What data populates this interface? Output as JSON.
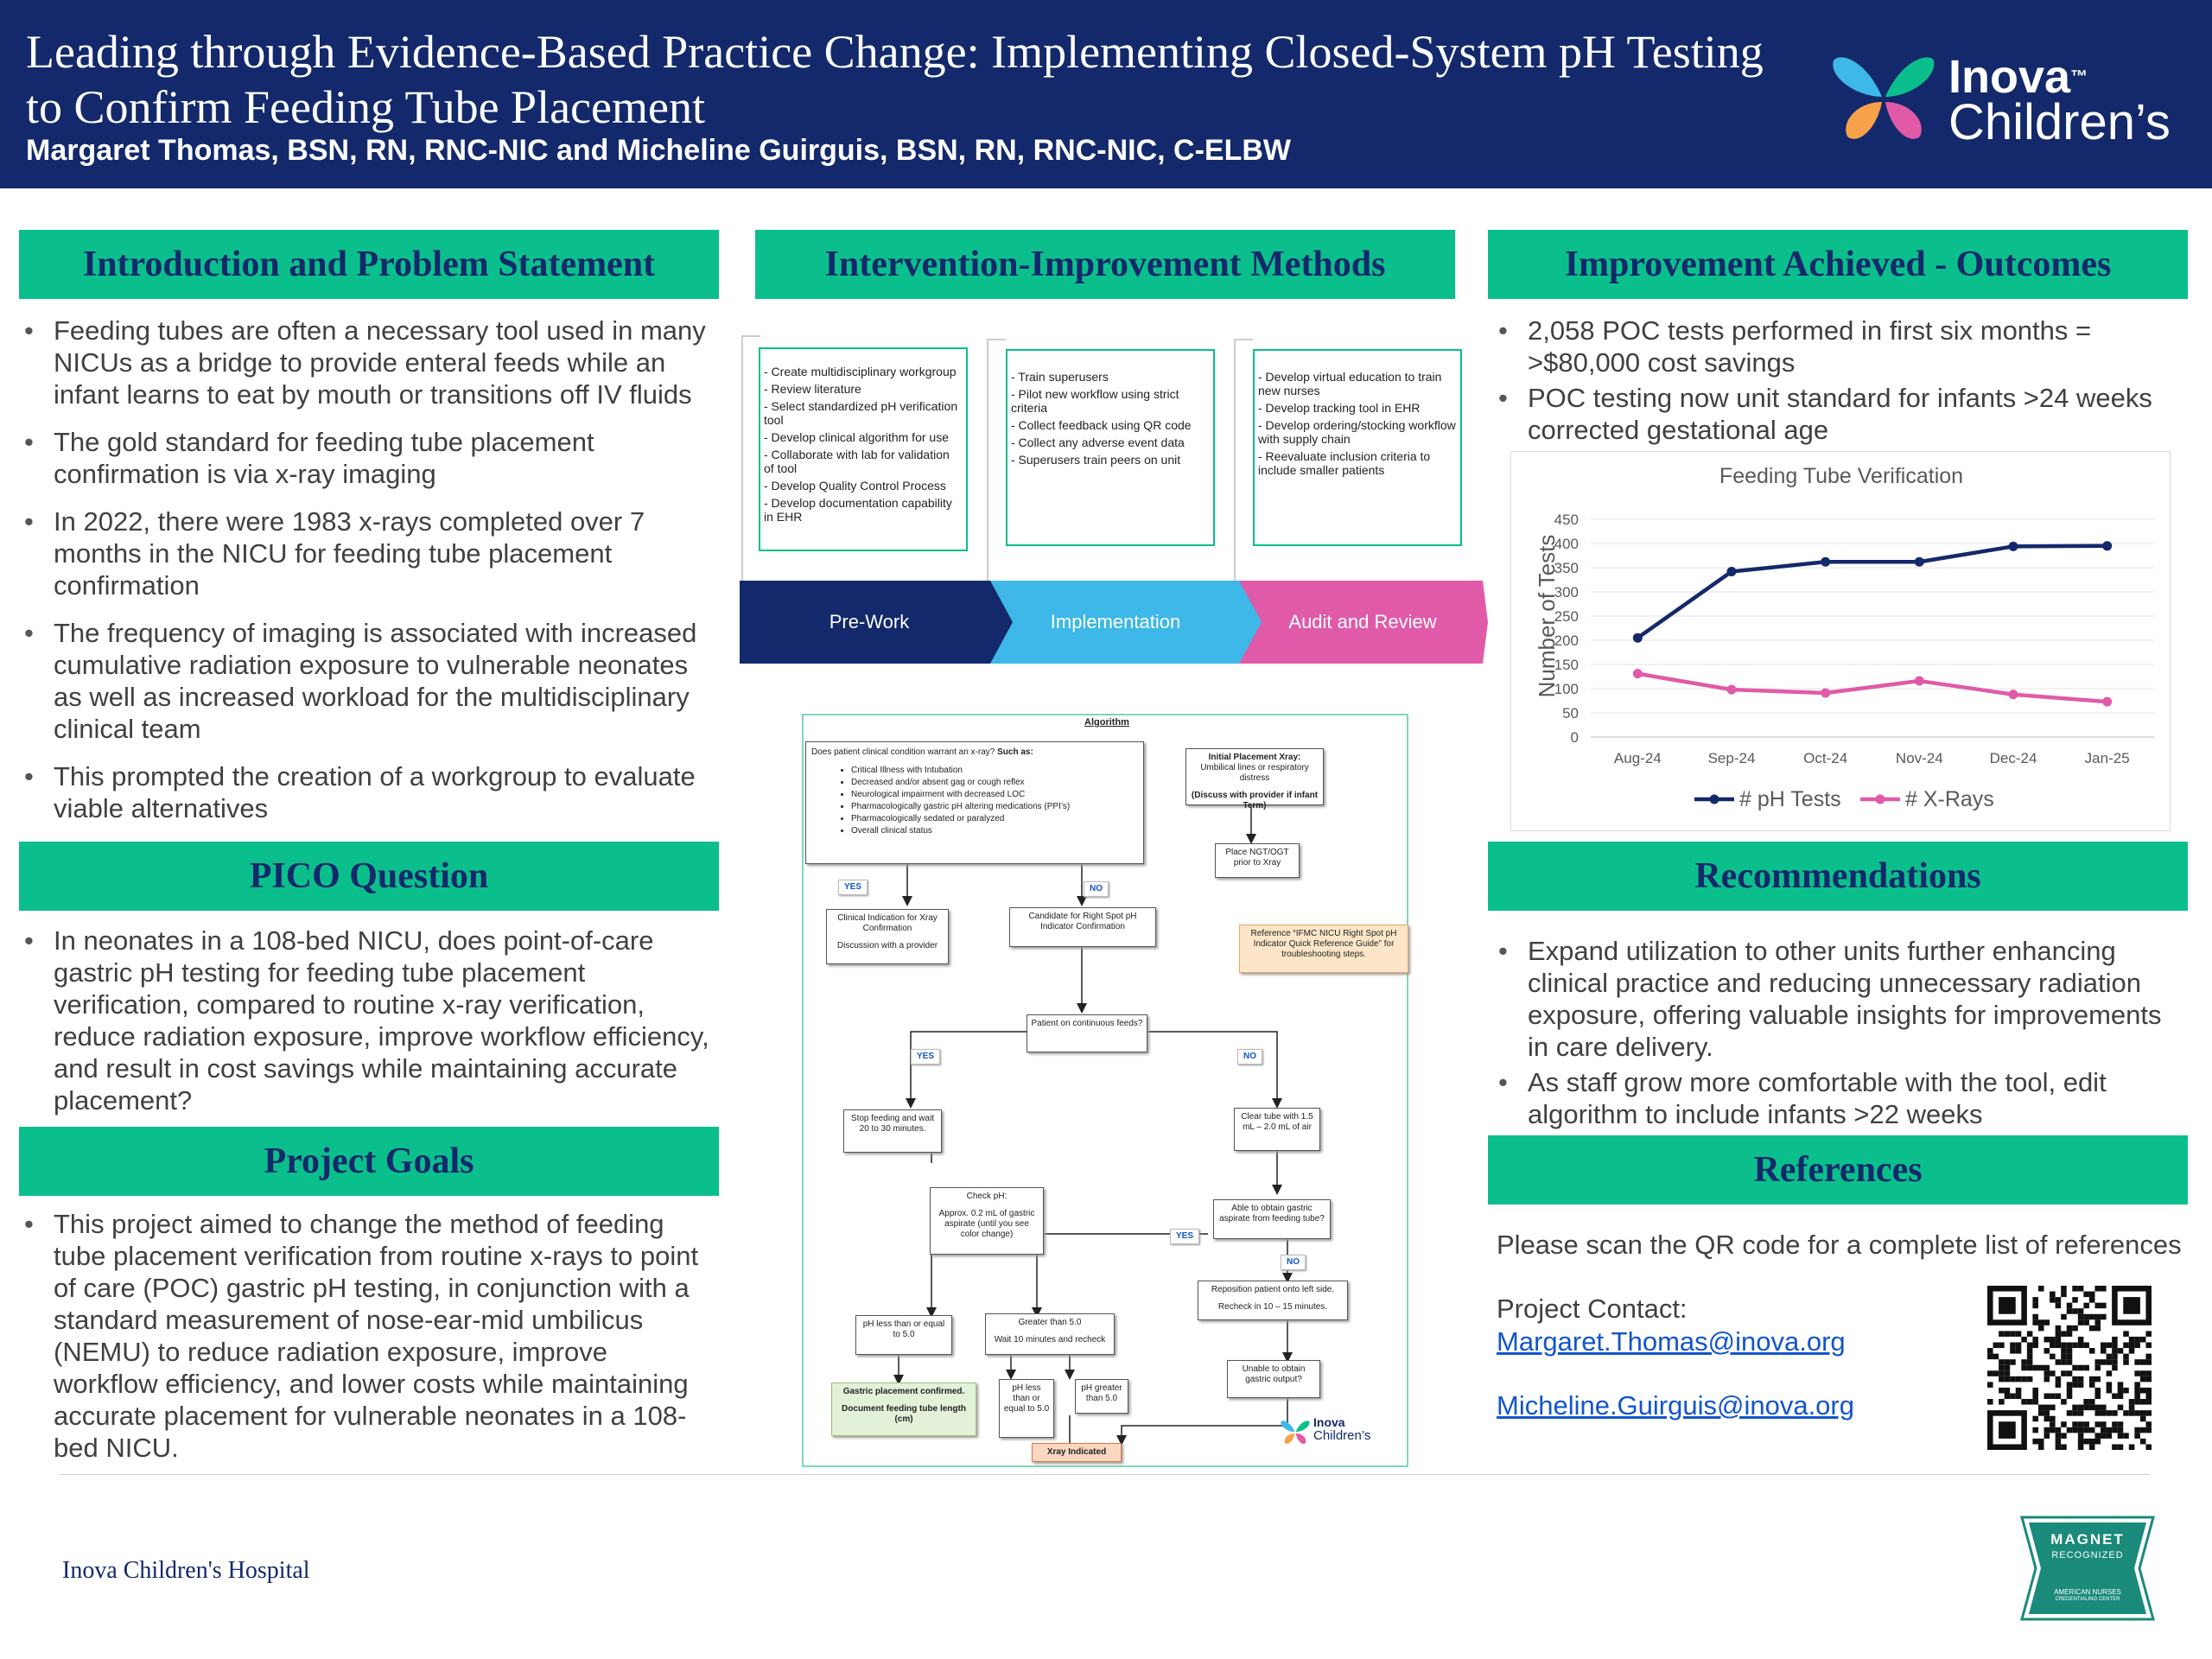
{
  "header": {
    "title": "Leading through Evidence-Based Practice Change: Implementing Closed-System pH Testing to Confirm Feeding Tube Placement",
    "authors": "Margaret Thomas, BSN, RN, RNC-NIC and Micheline Guirguis, BSN, RN, RNC-NIC, C-ELBW",
    "logo_line1": "Inova",
    "logo_tm": "™",
    "logo_line2": "Children’s"
  },
  "intro": {
    "heading": "Introduction and Problem Statement",
    "bullets": [
      "Feeding tubes are often a necessary tool used in many NICUs as a bridge to provide enteral feeds while an infant learns to eat by mouth or transitions off IV fluids",
      "The gold standard for feeding tube placement confirmation is via x-ray imaging",
      "In 2022, there were 1983 x-rays completed over 7 months in the NICU for feeding tube placement confirmation",
      "The frequency of imaging is associated with increased cumulative radiation exposure to vulnerable neonates as well as increased workload for the multidisciplinary clinical team",
      "This prompted the creation of a workgroup to evaluate viable alternatives"
    ]
  },
  "pico": {
    "heading": "PICO Question",
    "bullets": [
      "In neonates in a 108-bed NICU, does point-of-care gastric pH testing for feeding tube placement verification, compared to routine x-ray verification, reduce radiation exposure, improve workflow efficiency, and result in cost savings while maintaining accurate placement?"
    ]
  },
  "goals": {
    "heading": "Project Goals",
    "bullets": [
      "This project aimed to change the method of feeding tube placement verification from routine x-rays to point of care (POC) gastric pH testing, in conjunction with a standard measurement of nose-ear-mid umbilicus (NEMU) to reduce radiation exposure, improve workflow efficiency, and lower costs while maintaining accurate placement for vulnerable neonates in a 108-bed NICU."
    ]
  },
  "methods": {
    "heading": "Intervention-Improvement Methods",
    "prework": {
      "label": "Pre-Work",
      "items": [
        "- Create multidisciplinary workgroup",
        "- Review literature",
        "- Select standardized pH verification tool",
        "- Develop clinical algorithm for use",
        "- Collaborate with lab for validation of tool",
        "- Develop Quality Control Process",
        "- Develop documentation capability in EHR"
      ]
    },
    "implementation": {
      "label": "Implementation",
      "items": [
        "- Train superusers",
        "- Pilot new workflow using strict criteria",
        "- Collect feedback using QR code",
        "- Collect any adverse event data",
        "- Superusers train peers on unit"
      ]
    },
    "audit": {
      "label": "Audit and Review",
      "items": [
        "- Develop virtual education to train new nurses",
        "- Develop tracking tool in EHR",
        "- Develop ordering/stocking workflow with supply chain",
        "- Reevaluate inclusion criteria to include smaller patients"
      ]
    }
  },
  "algorithm": {
    "title": "Algorithm",
    "q1_prefix": "Does patient clinical condition warrant an x-ray?",
    "q1_bold": "Such as:",
    "q1_items": [
      "Critical Illness with Intubation",
      "Decreased and/or absent gag or cough reflex",
      "Neurological impairment with decreased LOC",
      "Pharmacologically gastric pH altering medications (PPI’s)",
      "Pharmacologically sedated or paralyzed",
      "Overall clinical status"
    ],
    "initial_xray_bold": "Initial Placement Xray:",
    "initial_xray_rest": "Umbilical lines or respiratory distress",
    "initial_xray_note": "(Discuss with provider if infant Term)",
    "place_ngt": "Place NGT/OGT prior to Xray",
    "yes": "YES",
    "no": "NO",
    "clinical_indication": "Clinical Indication for Xray Confirmation",
    "discussion": "Discussion with a provider",
    "candidate": "Candidate for Right Spot pH Indicator Confirmation",
    "reference": "Reference “IFMC NICU Right Spot pH Indicator Quick Reference Guide” for troubleshooting steps.",
    "continuous": "Patient on continuous feeds?",
    "stop_feeding": "Stop feeding and wait 20 to 30 minutes.",
    "clear_tube": "Clear tube with 1.5 mL – 2.0 mL of air",
    "check_ph_title": "Check pH:",
    "check_ph_body": "Approx. 0.2 mL of gastric aspirate (until you see color change)",
    "able_obtain": "Able to obtain gastric aspirate from feeding tube?",
    "reposition": "Reposition patient onto left side.",
    "recheck": "Recheck in 10 – 15 minutes.",
    "ph_less_equal": "pH less than or equal to 5.0",
    "greater_than": "Greater than 5.0",
    "wait_recheck": "Wait 10 minutes and recheck",
    "unable": "Unable to obtain gastric output?",
    "confirmed1": "Gastric placement confirmed.",
    "confirmed2": "Document feeding tube length (cm)",
    "ph_less": "pH less than or equal to 5.0",
    "ph_greater": "pH greater than 5.0",
    "xray_indicated": "Xray Indicated",
    "logo1": "Inova",
    "logo2": "Children’s"
  },
  "outcomes": {
    "heading": "Improvement Achieved - Outcomes",
    "bullets": [
      "2,058 POC tests performed in first six months = >$80,000 cost savings",
      "POC testing now unit standard for infants >24 weeks corrected gestational age"
    ]
  },
  "chart_data": {
    "type": "line",
    "title": "Feeding Tube Verification",
    "ylabel": "Number of Tests",
    "xlabel": "",
    "categories": [
      "Aug-24",
      "Sep-24",
      "Oct-24",
      "Nov-24",
      "Dec-24",
      "Jan-25"
    ],
    "yticks": [
      "0",
      "50",
      "100",
      "150",
      "200",
      "250",
      "300",
      "350",
      "400",
      "450"
    ],
    "ylim": [
      0,
      450
    ],
    "grid": true,
    "legend_position": "bottom",
    "series": [
      {
        "name": "# pH Tests",
        "color": "#13296b",
        "values": [
          205,
          342,
          362,
          362,
          394,
          395
        ]
      },
      {
        "name": "# X-Rays",
        "color": "#e05aa8",
        "values": [
          131,
          98,
          91,
          116,
          88,
          73
        ]
      }
    ]
  },
  "recommendations": {
    "heading": "Recommendations",
    "bullets": [
      "Expand utilization to other units further enhancing clinical practice and reducing unnecessary radiation exposure, offering valuable insights for improvements in care delivery.",
      "As staff grow more comfortable with the tool, edit algorithm to include infants >22 weeks"
    ]
  },
  "references": {
    "heading": "References",
    "scan_text": "Please scan the QR code for a complete list of references",
    "contact_label": "Project Contact:",
    "email1": "Margaret.Thomas@inova.org",
    "email2": "Micheline.Guirguis@inova.org"
  },
  "footer": {
    "hospital": "Inova Children's Hospital",
    "magnet1": "MAGNET",
    "magnet2": "RECOGNIZED",
    "magnet3": "AMERICAN NURSES",
    "magnet4": "CREDENTIALING CENTER"
  },
  "colors": {
    "navy": "#13296b",
    "green": "#0bbf8c",
    "sky": "#3db8e8",
    "pink": "#e05aa8"
  }
}
